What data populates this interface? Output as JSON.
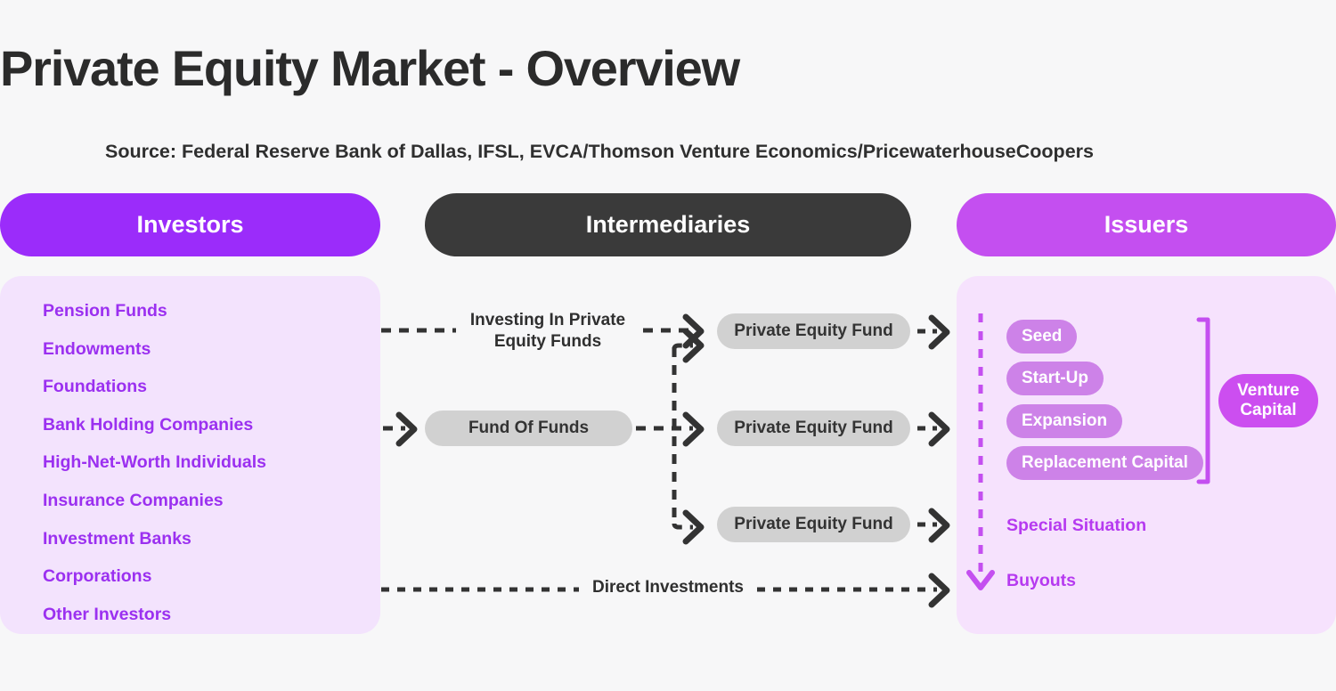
{
  "header": {
    "title": "Private Equity Market - Overview",
    "source": "Source: Federal Reserve Bank of Dallas, IFSL, EVCA/Thomson Venture Economics/PricewaterhouseCoopers"
  },
  "columns": {
    "investors": {
      "label": "Investors",
      "color": "#9b2cfa"
    },
    "intermediaries": {
      "label": "Intermediaries",
      "color": "#3a3a3a"
    },
    "issuers": {
      "label": "Issuers",
      "color": "#c44ff0"
    }
  },
  "investors": {
    "panel_color": "#f3e3fd",
    "text_color": "#9b30f0",
    "items": [
      {
        "label": "Pension Funds"
      },
      {
        "label": "Endowments"
      },
      {
        "label": "Foundations"
      },
      {
        "label": "Bank Holding Companies"
      },
      {
        "label": "High-Net-Worth Individuals"
      },
      {
        "label": "Insurance Companies"
      },
      {
        "label": "Investment Banks"
      },
      {
        "label": "Corporations"
      },
      {
        "label": "Other Investors"
      }
    ]
  },
  "intermediaries": {
    "flow_label_top": "Investing In Private Equity Funds",
    "flow_label_bottom": "Direct Investments",
    "fund_of_funds": "Fund Of Funds",
    "funds": [
      {
        "label": "Private Equity Fund"
      },
      {
        "label": "Private Equity Fund"
      },
      {
        "label": "Private Equity Fund"
      }
    ],
    "pill_color": "#d1d1d1",
    "connector_color": "#333333"
  },
  "issuers": {
    "panel_color": "#f6e2fd",
    "stage_pill_color": "#cd82e8",
    "accent_color": "#b63af0",
    "stages": [
      {
        "label": "Seed"
      },
      {
        "label": "Start-Up"
      },
      {
        "label": "Expansion"
      },
      {
        "label": "Replacement Capital"
      }
    ],
    "grouped_label_line1": "Venture",
    "grouped_label_line2": "Capital",
    "grouped_pill_color": "#cc4ef0",
    "other": [
      {
        "label": "Special Situation"
      },
      {
        "label": "Buyouts"
      }
    ]
  }
}
